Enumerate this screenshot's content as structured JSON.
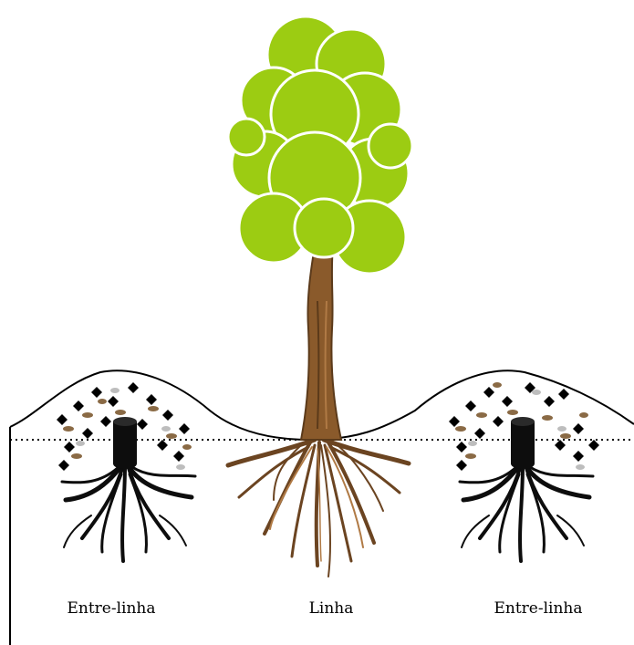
{
  "labels": {
    "left": "Entre-linha",
    "center": "Linha",
    "right": "Entre-linha"
  },
  "colors": {
    "canopy": "#9ccc12",
    "canopy_edge": "#ffffff",
    "trunk": "#8a5a2b",
    "trunk_dark": "#5b3a1a",
    "stump": "#0d0d0d",
    "soil_line": "#000000",
    "background": "#ffffff"
  },
  "icons": {
    "tree": "tree-icon",
    "stump": "stump-icon",
    "leaf_litter": "leaf-litter-icon"
  }
}
